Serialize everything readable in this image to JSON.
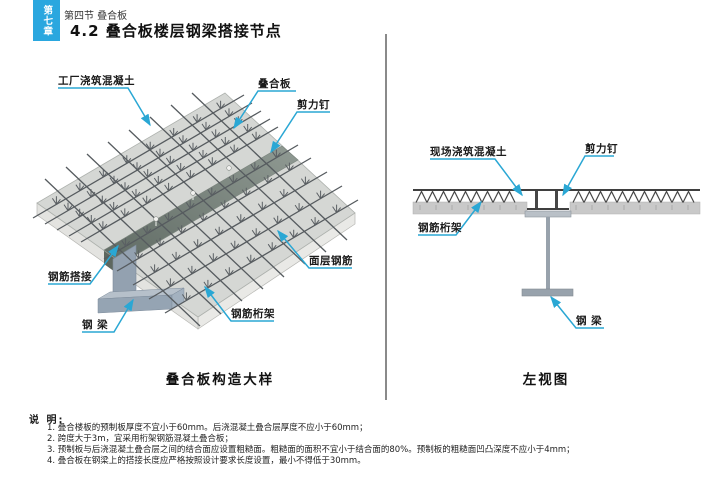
{
  "header": {
    "chapter_badge": "第七章",
    "section": "第四节 叠合板",
    "title": "4.2 叠合板楼层钢梁搭接节点"
  },
  "left_diagram": {
    "caption": "叠合板构造大样",
    "labels": {
      "factory_concrete": "工厂浇筑混凝土",
      "composite_slab": "叠合板",
      "shear_stud": "剪力钉",
      "rebar_lap": "钢筋搭接",
      "steel_beam": "钢 梁",
      "surface_rebar": "面层钢筋",
      "rebar_truss": "钢筋桁架"
    }
  },
  "right_diagram": {
    "caption": "左视图",
    "labels": {
      "site_concrete": "现场浇筑混凝土",
      "shear_stud": "剪力钉",
      "rebar_truss": "钢筋桁架",
      "steel_beam": "钢 梁"
    }
  },
  "notes": {
    "heading": "说 明:",
    "items": [
      "1. 叠合楼板的预制板厚度不宜小于60mm。后浇混凝土叠合层厚度不应小于60mm；",
      "2. 跨度大于3m，宜采用桁架钢筋混凝土叠合板；",
      "3. 预制板与后浇混凝土叠合层之间的结合面应设置粗糙面。粗糙面的面积不宜小于结合面的80%。预制板的粗糙面凹凸深度不应小于4mm；",
      "4. 叠合板在钢梁上的搭接长度应严格按照设计要求长度设置，最小不得低于30mm。"
    ]
  },
  "colors": {
    "chapter_badge_bg": "#2aa7df",
    "leader_cyan": "#2aa7d4",
    "slab_top": "#d5d7d4",
    "joint_strip_dark": "#66716b",
    "steel_blue_gray": "#95a4b3"
  }
}
